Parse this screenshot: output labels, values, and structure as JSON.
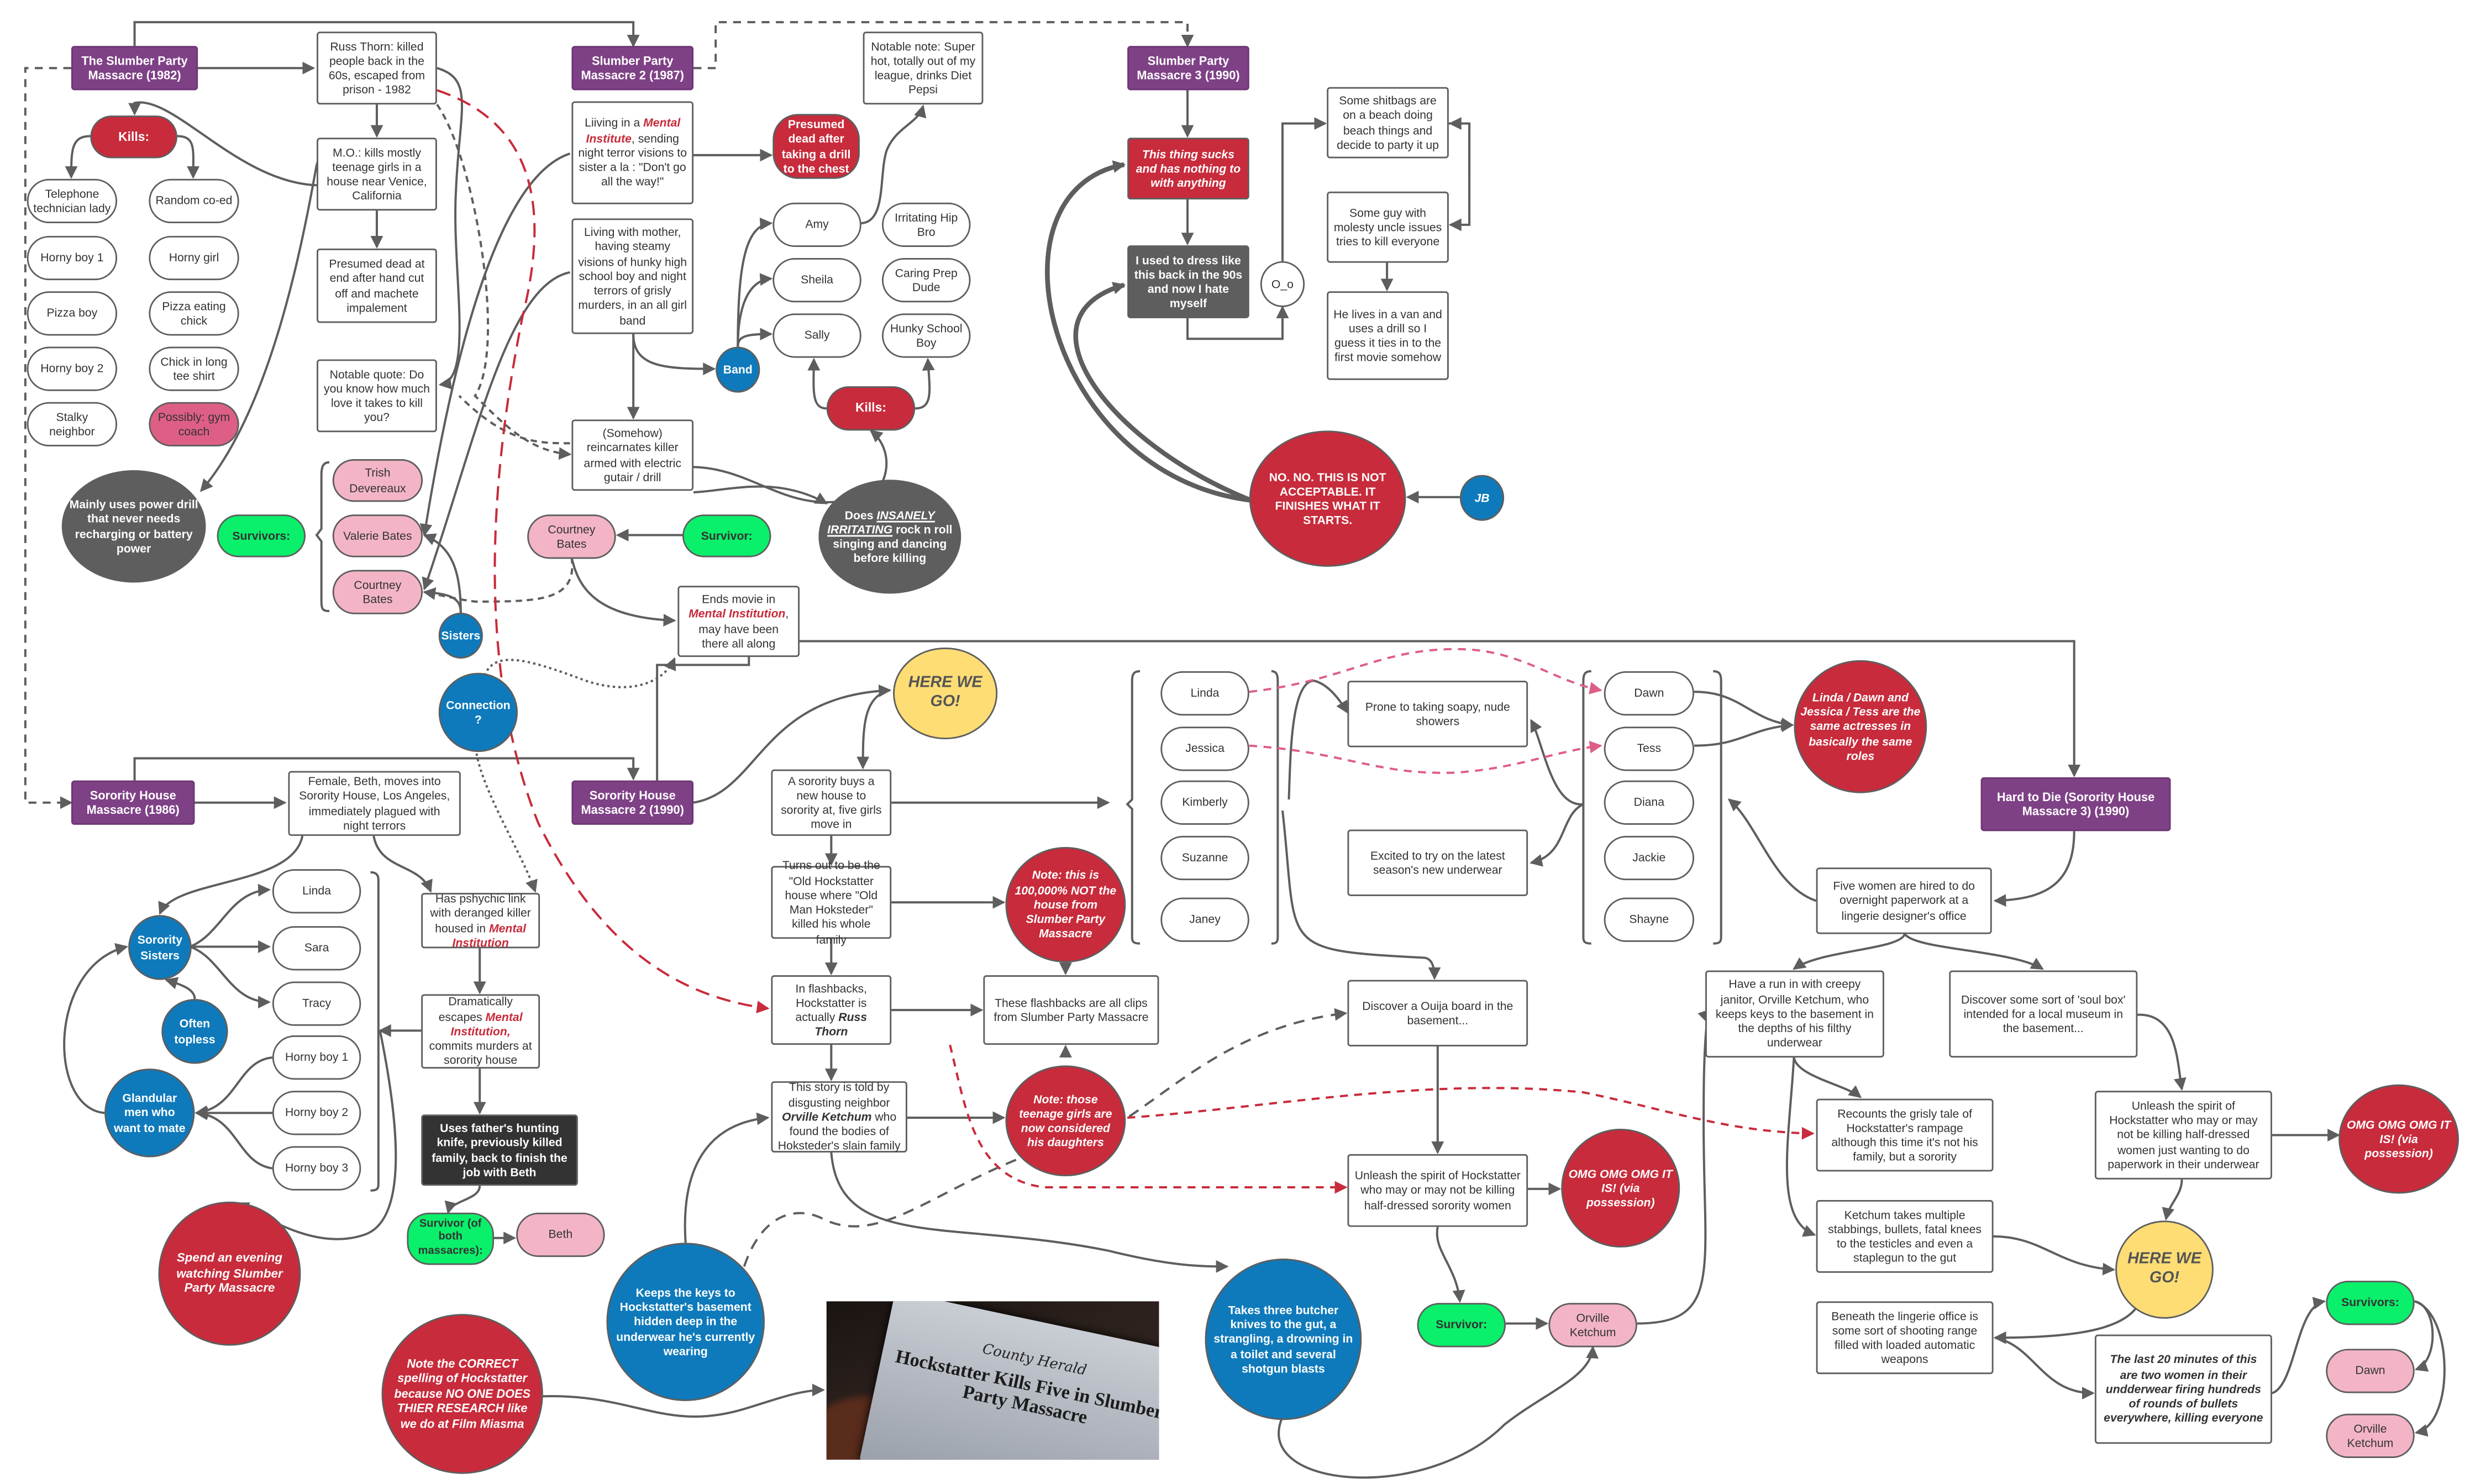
{
  "colors": {
    "purple": "#7f4186",
    "red": "#c82b3b",
    "gray": "#5e5e5e",
    "blue": "#0e7abb",
    "green": "#0af06a",
    "pink": "#f3b5c6",
    "rose": "#de5f85",
    "yellow": "#fedd75",
    "pink_dash": "#de5f85"
  },
  "spm1": {
    "title": "The Slumber Party Massacre (1982)",
    "russ": "Russ Thorn: killed people back in the 60s, escaped from prison  - 1982",
    "kills_label": "Kills:",
    "mo": "M.O.: kills mostly teenage girls in a house near Venice, California",
    "presumed": "Presumed dead at end after hand cut off and machete impalement",
    "quote": "Notable quote: Do you know how much love it takes to kill you?",
    "kills": [
      "Telephone technician lady",
      "Random co-ed",
      "Horny boy 1",
      "Horny girl",
      "Pizza boy",
      "Pizza eating chick",
      "Horny boy 2",
      "Chick in long tee shirt",
      "Stalky neighbor",
      "Possibly: gym coach"
    ],
    "drill": "Mainly uses power drill that never needs recharging or battery power",
    "survivors_label": "Survivors:",
    "survivors": [
      "Trish Devereaux",
      "Valerie Bates",
      "Courtney Bates"
    ],
    "sisters": "Sisters",
    "connection": "Connection ?"
  },
  "spm2": {
    "title": "Slumber Party Massacre 2 (1987)",
    "living1_pre": "Liiving in a ",
    "living1_em": "Mental Institute",
    "living1_post": ", sending night terror visions to sister a la : \"Don't go all the way!\"",
    "living2": "Living with mother, having steamy visions of hunky high school boy and night terrors of grisly murders, in an all girl band",
    "presumed": "Presumed dead after taking a drill to the chest",
    "note": "Notable note: Super hot, totally out of my league, drinks Diet Pepsi",
    "band_label": "Band",
    "band": [
      "Amy",
      "Sheila",
      "Sally"
    ],
    "kills": [
      "Irritating Hip Bro",
      "Caring Prep Dude",
      "Hunky School Boy"
    ],
    "kills_label": "Kills:",
    "somehow": "(Somehow) reincarnates killer armed with electric gutair / drill",
    "does_pre": "Does ",
    "does_em": "INSANELY IRRITATING",
    "does_post": " rock n roll singing and dancing before killing",
    "courtney": "Courtney Bates",
    "survivor_label": "Survivor:",
    "ends_pre": "Ends movie in ",
    "ends_em": "Mental Institution",
    "ends_post": ", may have been there all along"
  },
  "spm3": {
    "title": "Slumber Party Massacre 3 (1990)",
    "sucks": "This thing sucks and has nothing to with anything",
    "dress": "I used to dress like this back in the 90s and now I hate myself",
    "face": "O_o",
    "shitbags": "Some shitbags are on a beach doing beach things and decide to party it up",
    "guy": "Some guy with molesty uncle issues tries to kill everyone",
    "van": "He lives in a van and uses a drill so I guess it ties in to the first movie somehow",
    "no": "NO. NO. THIS IS NOT ACCEPTABLE. IT FINISHES WHAT IT STARTS.",
    "jb": "JB"
  },
  "shm1": {
    "title": "Sorority House Massacre (1986)",
    "beth": "Female, Beth, moves into Sorority House, Los Angeles, immediately plagued with night terrors",
    "sisters_label": "Sorority Sisters",
    "topless": "Often topless",
    "men": "Glandular men who want to mate",
    "girls": [
      "Linda",
      "Sara",
      "Tracy"
    ],
    "boys": [
      "Horny boy 1",
      "Horny boy 2",
      "Horny boy 3"
    ],
    "psychic_pre": "Has pshychic link with deranged killer housed in ",
    "psychic_em": "Mental Institution",
    "escapes_pre": "Dramatically escapes ",
    "escapes_em": "Mental Institution,",
    "escapes_post": " commits murders at sorority house",
    "knife": "Uses father's hunting knife, previously killed family, back to finish the job with Beth",
    "survivor_label": "Survivor (of both massacres):",
    "survivor": "Beth",
    "evening": "Spend an evening watching Slumber Party Massacre",
    "correct": "Note the CORRECT spelling of Hockstatter because NO ONE DOES THIER RESEARCH like we do at Film Miasma"
  },
  "shm2": {
    "title": "Sorority House Massacre 2 (1990)",
    "herewego": "HERE WE GO!",
    "buys": "A sorority buys a new house to sorority at, five girls move in",
    "turns": "Turns out to be the \"Old Hockstatter house where \"Old Man Hoksteder\" killed his whole family",
    "note100": "Note: this is 100,000% NOT the house from Slumber Party Massacre",
    "flash_pre": "In flashbacks, Hockstatter is actually ",
    "flash_em": "Russ Thorn",
    "clips": "These flashbacks are all clips from Slumber Party Massacre",
    "story_pre": "This story is told by disgusting neighbor ",
    "story_em": "Orville Ketchum",
    "story_post": " who found the bodies of Hoksteder's slain family",
    "daughters": "Note: those teenage girls are now considered his daughters",
    "keys": "Keeps the keys to Hockstatter's basement hidden deep in the underwear he's currently wearing",
    "butcher": "Takes three butcher knives to the gut, a strangling, a drowning in a toilet and several shotgun blasts",
    "girls": [
      "Linda",
      "Jessica",
      "Kimberly",
      "Suzanne",
      "Janey"
    ],
    "showers": "Prone to taking soapy, nude showers",
    "underwear": "Excited to try on the latest season's new underwear",
    "ouija": "Discover a Ouija board in the basement...",
    "unleash": "Unleash the spirit of Hockstatter who may or may not be killing half-dressed sorority women",
    "omg": "OMG OMG OMG IT IS!  (via possession)",
    "survivor_label": "Survivor:",
    "survivor": "Orville Ketchum",
    "newspaper": {
      "masthead": "County Herald",
      "headline": "Hockstatter Kills Five in Slumber Party Massacre"
    }
  },
  "htd": {
    "title": "Hard to Die (Sorority House Massacre 3) (1990)",
    "girls": [
      "Dawn",
      "Tess",
      "Diana",
      "Jackie",
      "Shayne"
    ],
    "same": "Linda / Dawn and Jessica / Tess are the same actresses in basically the same roles",
    "five": "Five women are hired to do overnight paperwork at a lingerie designer's office",
    "janitor": "Have a run in with creepy janitor, Orville Ketchum, who keeps keys to the basement in the depths of his filthy underwear",
    "soulbox": "Discover some sort of 'soul box' intended for a local museum  in the basement...",
    "recounts": "Recounts the grisly tale of Hockstatter's rampage although this time it's not his family, but a sorority",
    "ketchum": "Ketchum takes multiple stabbings, bullets, fatal knees to the testicles and even a staplegun to the gut",
    "beneath": "Beneath the lingerie office is some sort of shooting range filled with loaded automatic weapons",
    "unleash": "Unleash the spirit of Hockstatter who may or may not be killing half-dressed women just wanting to do paperwork in their underwear",
    "omg": "OMG OMG OMG IT IS!  (via possession)",
    "herewego": "HERE WE GO!",
    "last20": "The last 20 minutes of this are two women in their undderwear firing hundreds of rounds of bullets everywhere, killing everyone",
    "survivors_label": "Survivors:",
    "survivors": [
      "Dawn",
      "Orville Ketchum"
    ]
  }
}
